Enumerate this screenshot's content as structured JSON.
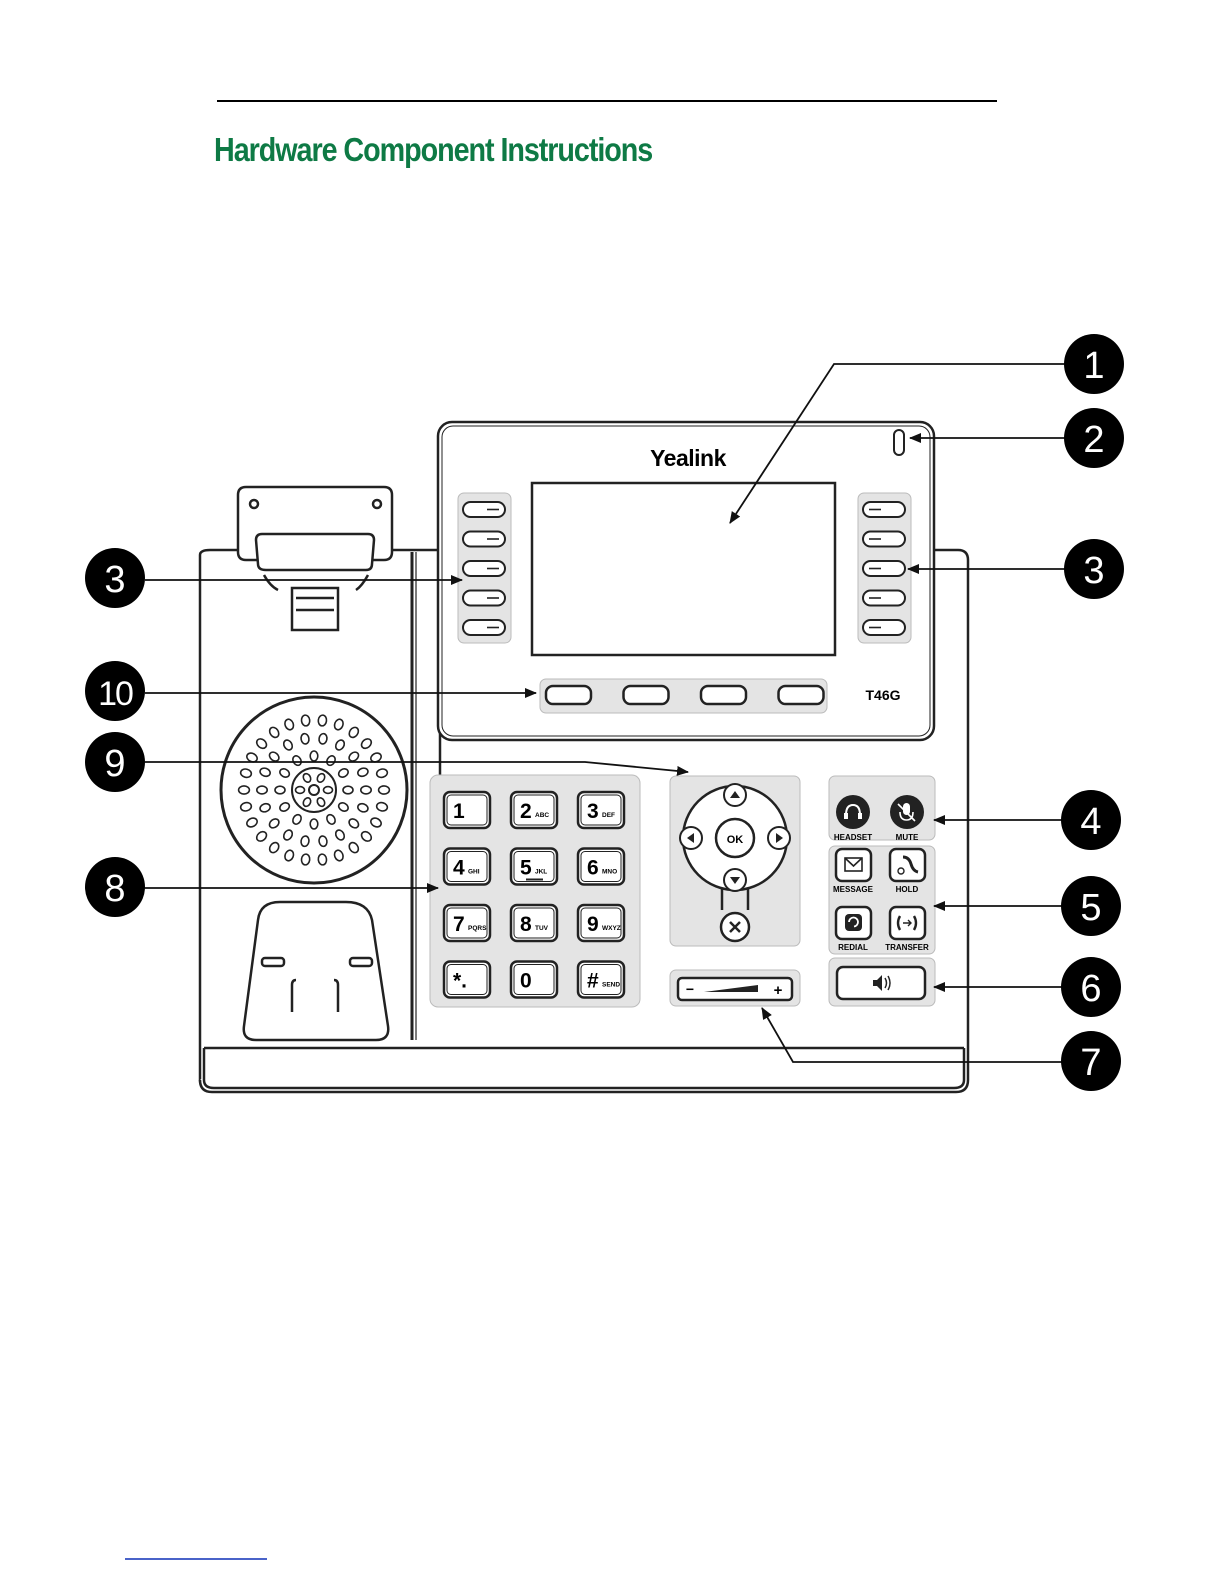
{
  "page": {
    "title": "Hardware Component Instructions"
  },
  "phone": {
    "brand": "Yealink",
    "model": "T46G",
    "keypad": [
      {
        "digit": "1",
        "letters": ""
      },
      {
        "digit": "2",
        "letters": "ABC"
      },
      {
        "digit": "3",
        "letters": "DEF"
      },
      {
        "digit": "4",
        "letters": "GHI"
      },
      {
        "digit": "5",
        "letters": "JKL"
      },
      {
        "digit": "6",
        "letters": "MNO"
      },
      {
        "digit": "7",
        "letters": "PQRS"
      },
      {
        "digit": "8",
        "letters": "TUV"
      },
      {
        "digit": "9",
        "letters": "WXYZ"
      },
      {
        "digit": "*.",
        "letters": ""
      },
      {
        "digit": "0",
        "letters": ""
      },
      {
        "digit": "#",
        "letters": "SEND"
      }
    ],
    "nav": {
      "ok": "OK"
    },
    "volume": {
      "minus": "−",
      "plus": "+"
    },
    "function_keys": {
      "headset": "HEADSET",
      "mute": "MUTE",
      "message": "MESSAGE",
      "hold": "HOLD",
      "redial": "REDIAL",
      "transfer": "TRANSFER"
    }
  },
  "callouts": [
    "1",
    "2",
    "3",
    "3",
    "4",
    "5",
    "6",
    "7",
    "8",
    "9",
    "10"
  ],
  "colors": {
    "title": "#0e7a45",
    "panel": "#e4e4e4",
    "line": "#222222",
    "callout": "#000000",
    "bottom_rule": "#4a63c9"
  }
}
